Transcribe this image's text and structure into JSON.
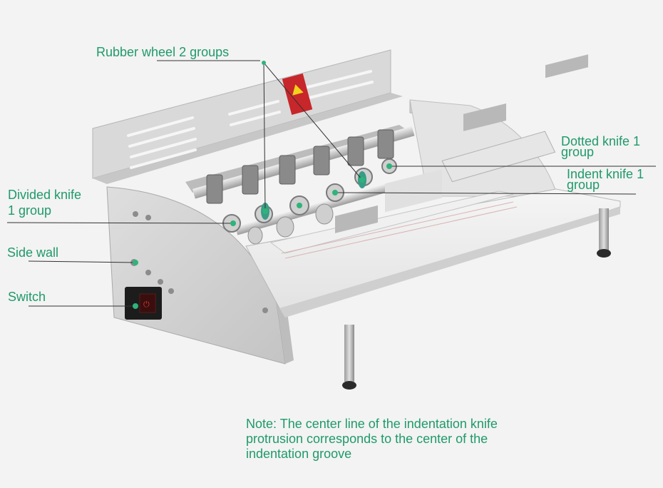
{
  "labels": {
    "rubber_wheel": "Rubber wheel 2 groups",
    "dotted_knife_line1": "Dotted knife 1",
    "dotted_knife_line2": "group",
    "indent_knife_line1": "Indent knife 1",
    "indent_knife_line2": "group",
    "divided_knife_line1": "Divided knife",
    "divided_knife_line2": "1 group",
    "side_wall": "Side wall",
    "switch": "Switch"
  },
  "note": {
    "line1": "Note: The center line of the indentation knife",
    "line2": "protrusion corresponds to the center of the",
    "line3": "indentation groove"
  },
  "colors": {
    "label_text": "#1f9a6a",
    "callout_dot": "#2fb37a",
    "callout_line": "#333333",
    "background": "#f3f3f3"
  }
}
